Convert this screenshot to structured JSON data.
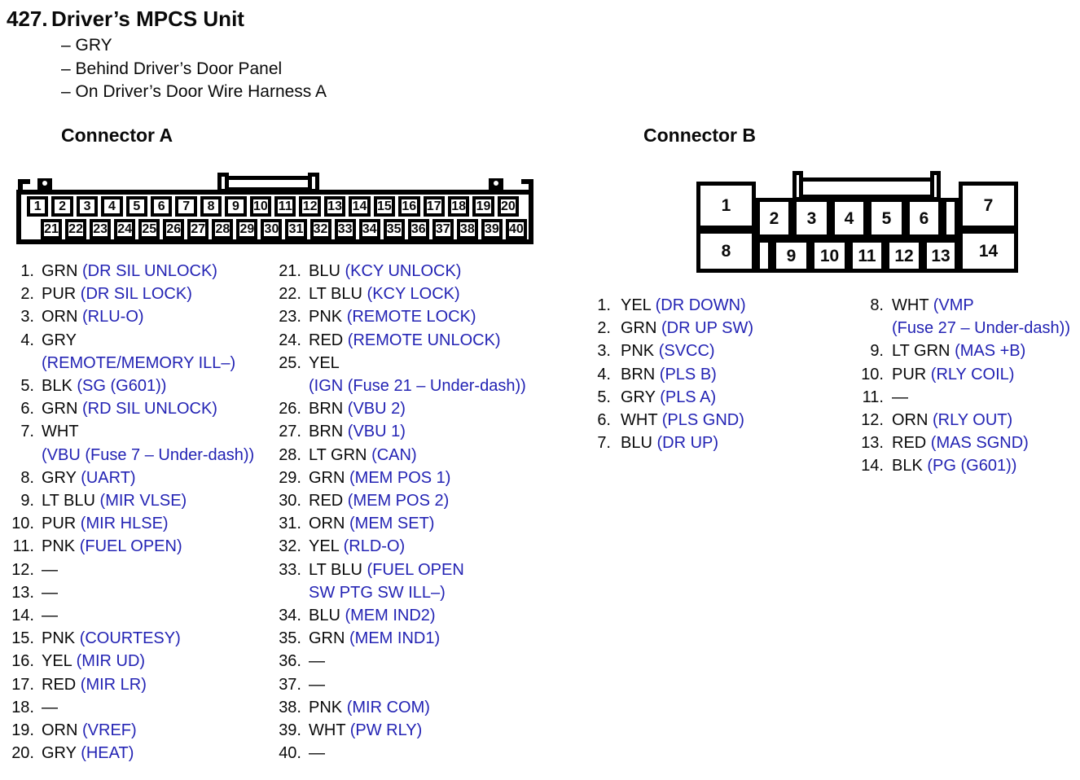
{
  "header": {
    "number": "427.",
    "title": "Driver’s MPCS Unit",
    "details": [
      "– GRY",
      "– Behind Driver’s Door Panel",
      "– On Driver’s Door Wire Harness A"
    ]
  },
  "colors": {
    "function_blue": "#2323b4",
    "text_black": "#0a0a0a"
  },
  "connector_a": {
    "heading": "Connector A",
    "diagram": {
      "top_row": [
        "1",
        "2",
        "3",
        "4",
        "5",
        "6",
        "7",
        "8",
        "9",
        "10",
        "11",
        "12",
        "13",
        "14",
        "15",
        "16",
        "17",
        "18",
        "19",
        "20"
      ],
      "bottom_row": [
        "21",
        "22",
        "23",
        "24",
        "25",
        "26",
        "27",
        "28",
        "29",
        "30",
        "31",
        "32",
        "33",
        "34",
        "35",
        "36",
        "37",
        "38",
        "39",
        "40"
      ]
    },
    "pins_left": [
      {
        "n": "1.",
        "c": "GRN",
        "f": "(DR SIL UNLOCK)"
      },
      {
        "n": "2.",
        "c": "PUR",
        "f": "(DR SIL LOCK)"
      },
      {
        "n": "3.",
        "c": "ORN",
        "f": "(RLU-O)"
      },
      {
        "n": "4.",
        "c": "GRY",
        "f": "",
        "f2": "(REMOTE/MEMORY ILL–)"
      },
      {
        "n": "5.",
        "c": "BLK",
        "f": "(SG (G601))"
      },
      {
        "n": "6.",
        "c": "GRN",
        "f": "(RD SIL UNLOCK)"
      },
      {
        "n": "7.",
        "c": "WHT",
        "f": "",
        "f2": "(VBU (Fuse 7 – Under-dash))"
      },
      {
        "n": "8.",
        "c": "GRY",
        "f": "(UART)"
      },
      {
        "n": "9.",
        "c": "LT BLU",
        "f": "(MIR VLSE)"
      },
      {
        "n": "10.",
        "c": "PUR",
        "f": "(MIR HLSE)"
      },
      {
        "n": "11.",
        "c": "PNK",
        "f": "(FUEL OPEN)"
      },
      {
        "n": "12.",
        "c": "—",
        "f": ""
      },
      {
        "n": "13.",
        "c": "—",
        "f": ""
      },
      {
        "n": "14.",
        "c": "—",
        "f": ""
      },
      {
        "n": "15.",
        "c": "PNK",
        "f": "(COURTESY)"
      },
      {
        "n": "16.",
        "c": "YEL",
        "f": "(MIR UD)"
      },
      {
        "n": "17.",
        "c": "RED",
        "f": "(MIR LR)"
      },
      {
        "n": "18.",
        "c": "—",
        "f": ""
      },
      {
        "n": "19.",
        "c": "ORN",
        "f": "(VREF)"
      },
      {
        "n": "20.",
        "c": "GRY",
        "f": "(HEAT)"
      }
    ],
    "pins_right": [
      {
        "n": "21.",
        "c": "BLU",
        "f": "(KCY UNLOCK)"
      },
      {
        "n": "22.",
        "c": "LT BLU",
        "f": "(KCY LOCK)"
      },
      {
        "n": "23.",
        "c": "PNK",
        "f": "(REMOTE LOCK)"
      },
      {
        "n": "24.",
        "c": "RED",
        "f": "(REMOTE UNLOCK)"
      },
      {
        "n": "25.",
        "c": "YEL",
        "f": "",
        "f2": "(IGN (Fuse 21 – Under-dash))"
      },
      {
        "n": "26.",
        "c": "BRN",
        "f": "(VBU 2)"
      },
      {
        "n": "27.",
        "c": "BRN",
        "f": "(VBU 1)"
      },
      {
        "n": "28.",
        "c": "LT GRN",
        "f": "(CAN)"
      },
      {
        "n": "29.",
        "c": "GRN",
        "f": "(MEM POS 1)"
      },
      {
        "n": "30.",
        "c": "RED",
        "f": "(MEM POS 2)"
      },
      {
        "n": "31.",
        "c": "ORN",
        "f": "(MEM SET)"
      },
      {
        "n": "32.",
        "c": "YEL",
        "f": "(RLD-O)"
      },
      {
        "n": "33.",
        "c": "LT BLU",
        "f": "(FUEL OPEN",
        "f2": "SW PTG SW ILL–)"
      },
      {
        "n": "34.",
        "c": "BLU",
        "f": "(MEM IND2)"
      },
      {
        "n": "35.",
        "c": "GRN",
        "f": "(MEM IND1)"
      },
      {
        "n": "36.",
        "c": "—",
        "f": ""
      },
      {
        "n": "37.",
        "c": "—",
        "f": ""
      },
      {
        "n": "38.",
        "c": "PNK",
        "f": "(MIR COM)"
      },
      {
        "n": "39.",
        "c": "WHT",
        "f": "(PW RLY)"
      },
      {
        "n": "40.",
        "c": "—",
        "f": ""
      }
    ]
  },
  "connector_b": {
    "heading": "Connector B",
    "diagram": {
      "cells": [
        "1",
        "2",
        "3",
        "4",
        "5",
        "6",
        "",
        "7",
        "8",
        "",
        "9",
        "10",
        "11",
        "12",
        "13",
        "14"
      ]
    },
    "pins_left": [
      {
        "n": "1.",
        "c": "YEL",
        "f": "(DR DOWN)"
      },
      {
        "n": "2.",
        "c": "GRN",
        "f": "(DR UP SW)"
      },
      {
        "n": "3.",
        "c": "PNK",
        "f": "(SVCC)"
      },
      {
        "n": "4.",
        "c": "BRN",
        "f": "(PLS B)"
      },
      {
        "n": "5.",
        "c": "GRY",
        "f": "(PLS A)"
      },
      {
        "n": "6.",
        "c": "WHT",
        "f": "(PLS GND)"
      },
      {
        "n": "7.",
        "c": "BLU",
        "f": "(DR UP)"
      }
    ],
    "pins_right": [
      {
        "n": "8.",
        "c": "WHT",
        "f": "(VMP",
        "f2": "(Fuse 27 – Under-dash))"
      },
      {
        "n": "9.",
        "c": "LT GRN",
        "f": "(MAS +B)"
      },
      {
        "n": "10.",
        "c": "PUR",
        "f": "(RLY COIL)"
      },
      {
        "n": "11.",
        "c": "—",
        "f": ""
      },
      {
        "n": "12.",
        "c": "ORN",
        "f": "(RLY OUT)"
      },
      {
        "n": "13.",
        "c": "RED",
        "f": "(MAS SGND)"
      },
      {
        "n": "14.",
        "c": "BLK",
        "f": "(PG (G601))"
      }
    ]
  }
}
